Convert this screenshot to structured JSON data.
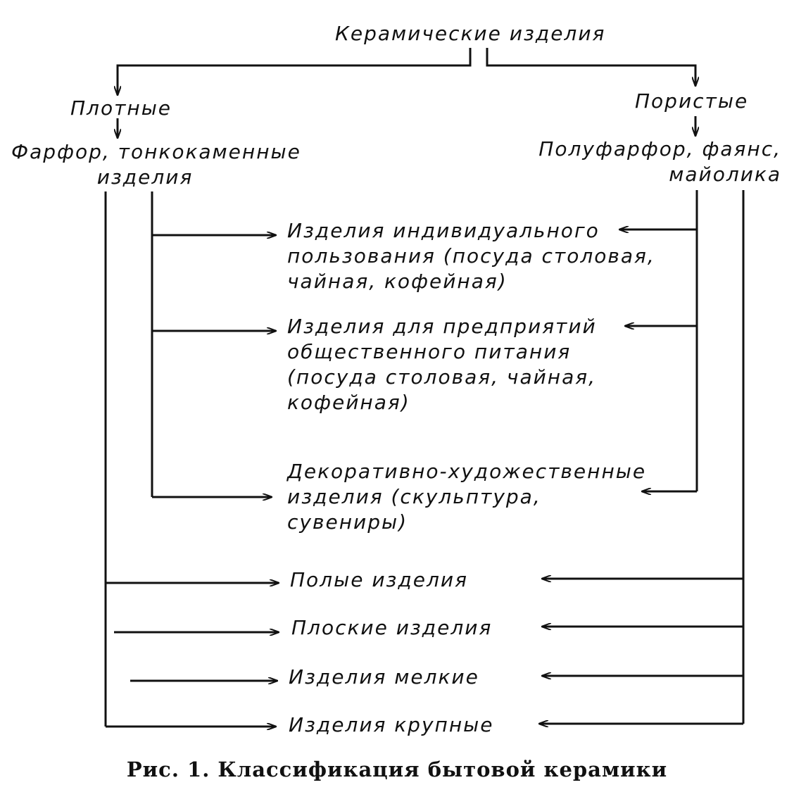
{
  "diagram": {
    "root": "Керамические изделия",
    "left_category": "Плотные",
    "left_materials": [
      "Фарфор, тонкокаменные",
      "изделия"
    ],
    "right_category": "Пористые",
    "right_materials": [
      "Полуфарфор, фаянс,",
      "майолика"
    ],
    "purpose_items": [
      [
        "Изделия индивидуального",
        "пользования (посуда столовая,",
        "чайная, кофейная)"
      ],
      [
        "Изделия для предприятий",
        "общественного питания",
        "(посуда столовая, чайная,",
        "кофейная)"
      ],
      [
        "Декоративно-художественные",
        "изделия (скульптура,",
        "сувениры)"
      ]
    ],
    "shape_items": [
      "Полые изделия",
      "Плоские изделия"
    ],
    "size_items": [
      "Изделия мелкие",
      "Изделия крупные"
    ]
  },
  "caption": "Рис. 1. Классификация бытовой керамики"
}
